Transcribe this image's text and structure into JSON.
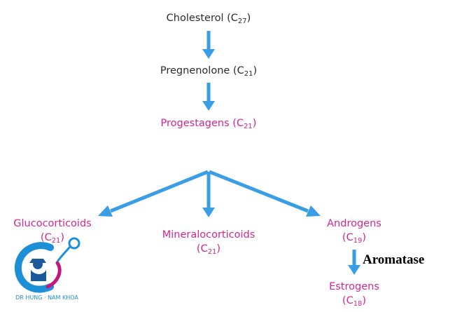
{
  "nodes": {
    "cholesterol": {
      "name": "Cholesterol",
      "formula_base": "C",
      "formula_sub": "27"
    },
    "pregnenolone": {
      "name": "Pregnenolone",
      "formula_base": "C",
      "formula_sub": "21"
    },
    "progestagens": {
      "name": "Progestagens",
      "formula_base": "C",
      "formula_sub": "21"
    },
    "glucocorticoids": {
      "name": "Glucocorticoids",
      "formula_base": "C",
      "formula_sub": "21"
    },
    "mineralocorticoids": {
      "name": "Mineralocorticoids",
      "formula_base": "C",
      "formula_sub": "21"
    },
    "androgens": {
      "name": "Androgens",
      "formula_base": "C",
      "formula_sub": "19"
    },
    "estrogens": {
      "name": "Estrogens",
      "formula_base": "C",
      "formula_sub": "18"
    }
  },
  "edge_label": "Aromatase",
  "logo": {
    "text": "DR HUNG · NAM KHOA"
  },
  "colors": {
    "arrow": "#3a9ee4",
    "black_text": "#2b2b2b",
    "pink_text": "#d4268f",
    "logo_blue": "#1c8fd6",
    "logo_magenta": "#c2187e"
  }
}
